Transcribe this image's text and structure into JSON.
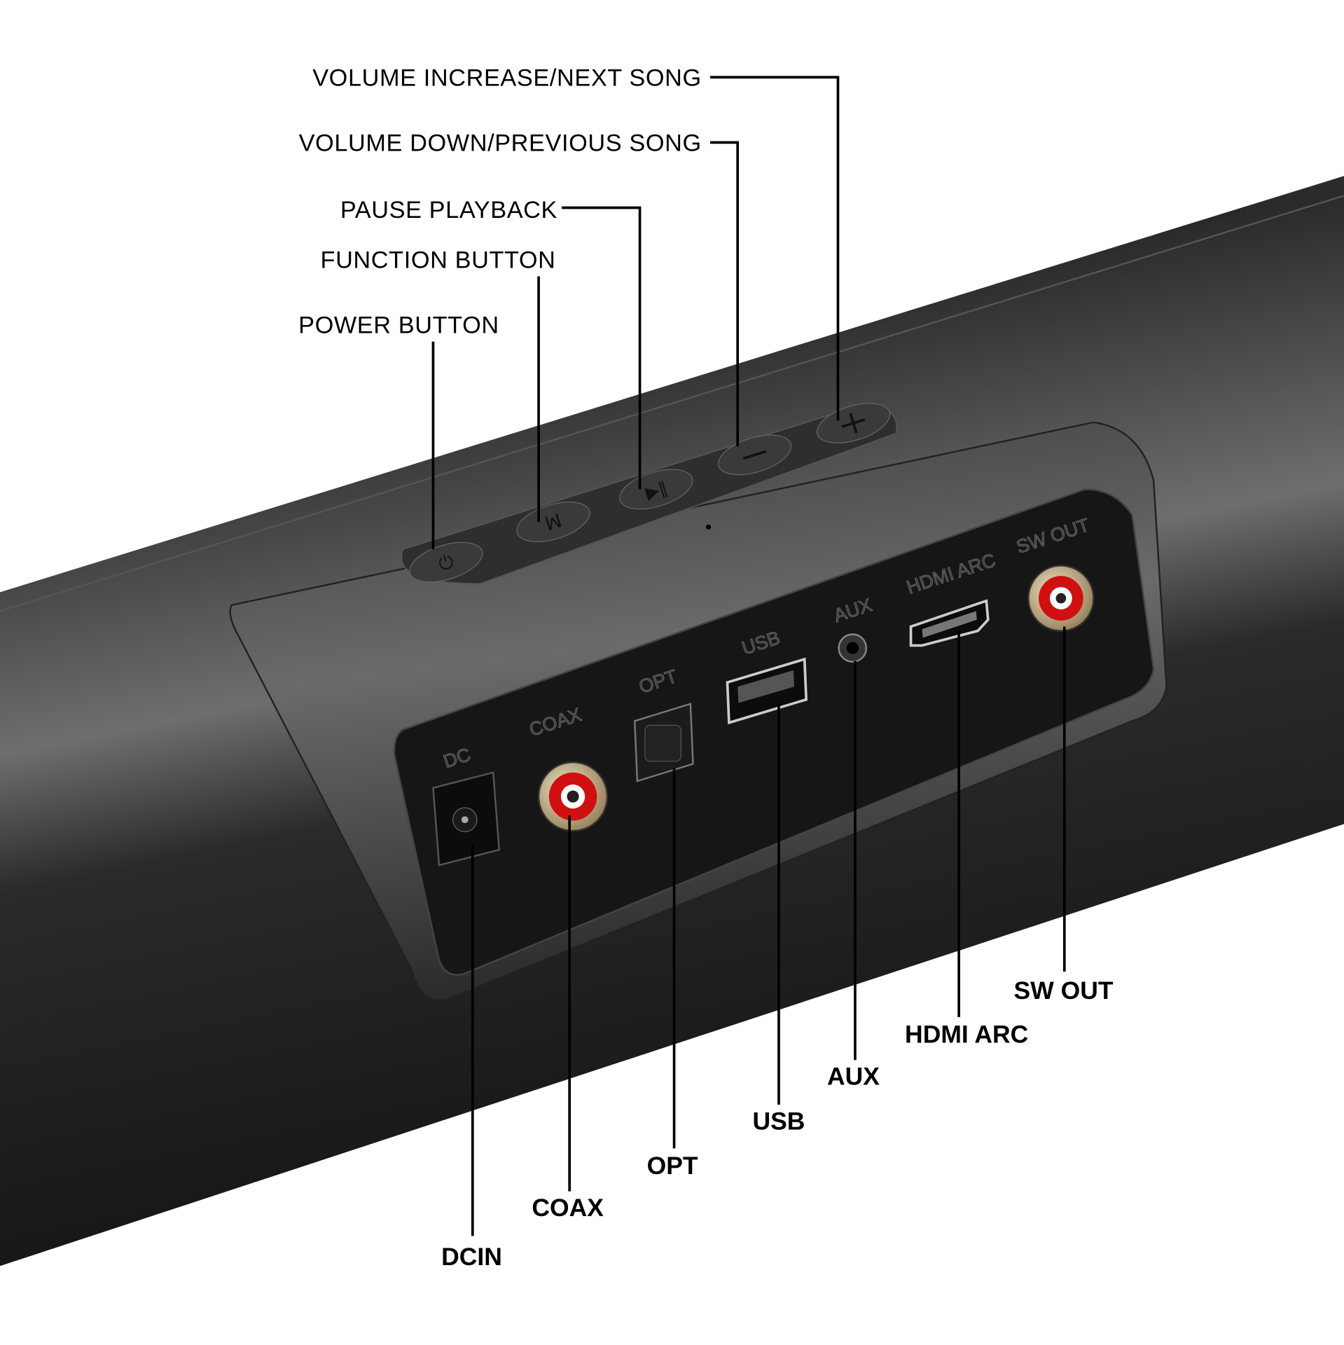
{
  "colors": {
    "body": "#1e1e1e",
    "highlight": "#7a7a7a",
    "rca_red": "#d01010",
    "rca_gold": "#c9b48a",
    "line": "#000000",
    "background": "#ffffff"
  },
  "top_callouts": {
    "volume_up": "VOLUME INCREASE/NEXT SONG",
    "volume_down": "VOLUME DOWN/PREVIOUS SONG",
    "pause": "PAUSE PLAYBACK",
    "function": "FUNCTION BUTTON",
    "power": "POWER BUTTON"
  },
  "buttons": [
    {
      "name": "power",
      "icon": "power-icon"
    },
    {
      "name": "function",
      "icon": "m-icon"
    },
    {
      "name": "play-pause",
      "icon": "play-pause-icon"
    },
    {
      "name": "volume-down",
      "icon": "minus-icon"
    },
    {
      "name": "volume-up",
      "icon": "plus-icon"
    }
  ],
  "port_silkscreen": {
    "dc": "DC",
    "coax": "COAX",
    "opt": "OPT",
    "usb": "USB",
    "aux": "AUX",
    "hdmi": "HDMI ARC",
    "sw": "SW OUT"
  },
  "port_callouts": {
    "dc": "DCIN",
    "coax": "COAX",
    "opt": "OPT",
    "usb": "USB",
    "aux": "AUX",
    "hdmi": "HDMI ARC",
    "sw": "SW OUT"
  }
}
